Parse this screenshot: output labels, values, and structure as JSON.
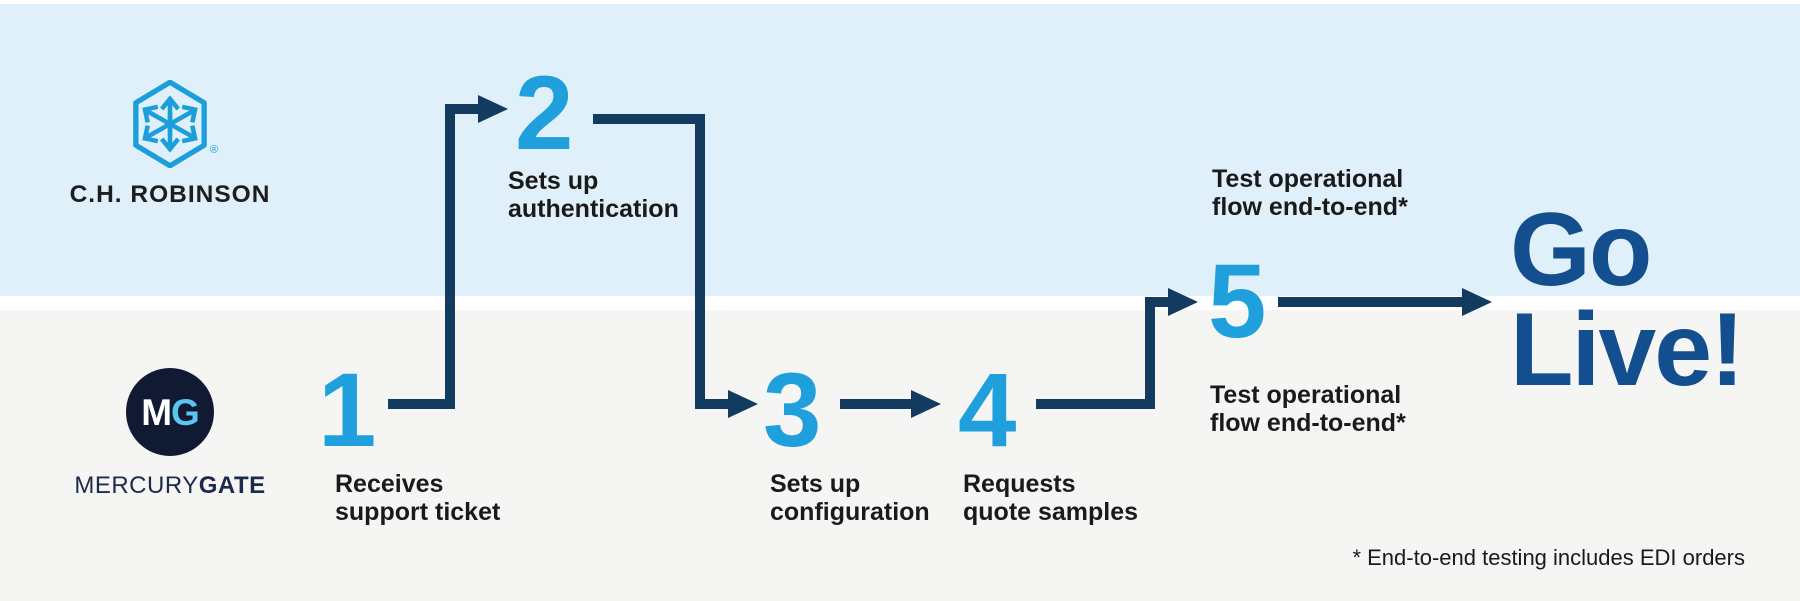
{
  "colors": {
    "lane_top_bg": "#DFF0FA",
    "lane_bottom_bg": "#F5F5F4",
    "divider": "#FFFFFF",
    "step_number": "#1FA0DC",
    "arrow": "#133A5F",
    "go_live": "#134F8F",
    "label_text": "#1A1A1A",
    "chr_logo_blue": "#1B9ED9",
    "chr_text": "#1E1E1E",
    "mg_circle_bg": "#101A33",
    "mg_monogram_m": "#FFFFFF",
    "mg_monogram_g": "#58C6F1",
    "mg_wordmark": "#1E2A4D"
  },
  "lanes": {
    "top": {
      "brand": "C.H. ROBINSON",
      "registered_mark": "®"
    },
    "bottom": {
      "monogram_m": "M",
      "monogram_g": "G",
      "brand_regular": "MERCURY",
      "brand_bold": "GATE"
    }
  },
  "steps": [
    {
      "number": "1",
      "label": "Receives\nsupport ticket"
    },
    {
      "number": "2",
      "label": "Sets up\nauthentication"
    },
    {
      "number": "3",
      "label": "Sets up\nconfiguration"
    },
    {
      "number": "4",
      "label": "Requests\nquote samples"
    },
    {
      "number": "5",
      "label_top": "Test operational\nflow end-to-end*",
      "label_bottom": "Test operational\nflow end-to-end*"
    }
  ],
  "go_live": "Go\nLive!",
  "footnote": "* End-to-end testing includes EDI orders"
}
